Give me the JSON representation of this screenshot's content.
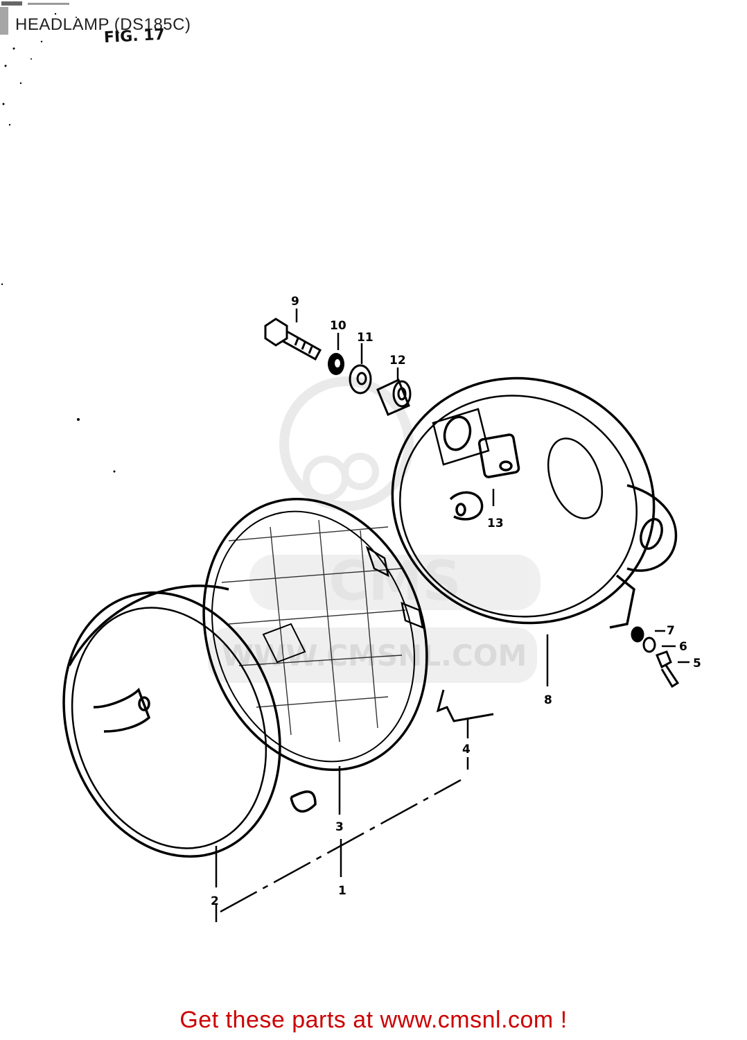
{
  "title": "HEADLAMP (DS185C)",
  "figure_label": "FIG. 17",
  "watermark": {
    "brand": "CMS",
    "url": "WWW.CMSNL.COM",
    "color": "#d9d9d9"
  },
  "callouts": [
    "1",
    "2",
    "3",
    "4",
    "5",
    "6",
    "7",
    "8",
    "9",
    "10",
    "11",
    "12",
    "13"
  ],
  "footer": {
    "text": "Get these parts at www.cmsnl.com !",
    "color": "#cc0000"
  }
}
